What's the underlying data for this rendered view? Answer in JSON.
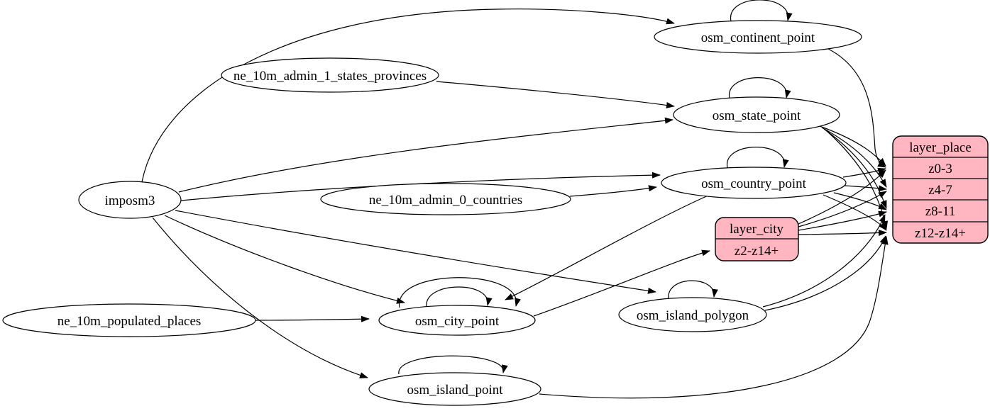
{
  "colors": {
    "record_fill": "#ffb6c1",
    "node_fill": "#ffffff",
    "edge": "#000000",
    "background": "#ffffff"
  },
  "nodes": {
    "imposm3": {
      "label": "imposm3"
    },
    "ne_admin1": {
      "label": "ne_10m_admin_1_states_provinces"
    },
    "ne_admin0": {
      "label": "ne_10m_admin_0_countries"
    },
    "ne_places": {
      "label": "ne_10m_populated_places"
    },
    "continent": {
      "label": "osm_continent_point"
    },
    "state": {
      "label": "osm_state_point"
    },
    "country": {
      "label": "osm_country_point"
    },
    "city": {
      "label": "osm_city_point"
    },
    "island_polygon": {
      "label": "osm_island_polygon"
    },
    "island_point": {
      "label": "osm_island_point"
    }
  },
  "records": {
    "layer_city": {
      "title": "layer_city",
      "rows": [
        "z2-z14+"
      ]
    },
    "layer_place": {
      "title": "layer_place",
      "rows": [
        "z0-3",
        "z4-7",
        "z8-11",
        "z12-z14+"
      ]
    }
  },
  "edges": [
    {
      "from": "imposm3",
      "to": "osm_continent_point"
    },
    {
      "from": "imposm3",
      "to": "osm_state_point"
    },
    {
      "from": "imposm3",
      "to": "osm_country_point"
    },
    {
      "from": "imposm3",
      "to": "osm_city_point"
    },
    {
      "from": "imposm3",
      "to": "osm_island_polygon"
    },
    {
      "from": "imposm3",
      "to": "osm_island_point"
    },
    {
      "from": "ne_10m_admin_1_states_provinces",
      "to": "osm_state_point"
    },
    {
      "from": "ne_10m_admin_0_countries",
      "to": "osm_country_point"
    },
    {
      "from": "ne_10m_populated_places",
      "to": "osm_city_point"
    },
    {
      "from": "osm_continent_point",
      "to": "osm_continent_point"
    },
    {
      "from": "osm_state_point",
      "to": "osm_state_point"
    },
    {
      "from": "osm_country_point",
      "to": "osm_country_point"
    },
    {
      "from": "osm_city_point",
      "to": "osm_city_point"
    },
    {
      "from": "osm_city_point",
      "to": "osm_city_point"
    },
    {
      "from": "osm_island_polygon",
      "to": "osm_island_polygon"
    },
    {
      "from": "osm_island_point",
      "to": "osm_island_point"
    },
    {
      "from": "osm_country_point",
      "to": "osm_city_point"
    },
    {
      "from": "osm_continent_point",
      "to": "layer_place:z0-3"
    },
    {
      "from": "osm_state_point",
      "to": "layer_place:z0-3"
    },
    {
      "from": "osm_state_point",
      "to": "layer_place:z4-7"
    },
    {
      "from": "osm_state_point",
      "to": "layer_place:z8-11"
    },
    {
      "from": "osm_state_point",
      "to": "layer_place:z12-z14+"
    },
    {
      "from": "osm_country_point",
      "to": "layer_place:z0-3"
    },
    {
      "from": "osm_country_point",
      "to": "layer_place:z4-7"
    },
    {
      "from": "osm_country_point",
      "to": "layer_place:z8-11"
    },
    {
      "from": "osm_country_point",
      "to": "layer_place:z12-z14+"
    },
    {
      "from": "osm_city_point",
      "to": "layer_city:z2-z14+"
    },
    {
      "from": "layer_city",
      "to": "layer_place:z0-3"
    },
    {
      "from": "layer_city",
      "to": "layer_place:z4-7"
    },
    {
      "from": "layer_city",
      "to": "layer_place:z8-11"
    },
    {
      "from": "layer_city",
      "to": "layer_place:z12-z14+"
    },
    {
      "from": "osm_island_polygon",
      "to": "layer_place:z8-11"
    },
    {
      "from": "osm_island_polygon",
      "to": "layer_place:z12-z14+"
    },
    {
      "from": "osm_island_point",
      "to": "layer_place:z12-z14+"
    }
  ]
}
